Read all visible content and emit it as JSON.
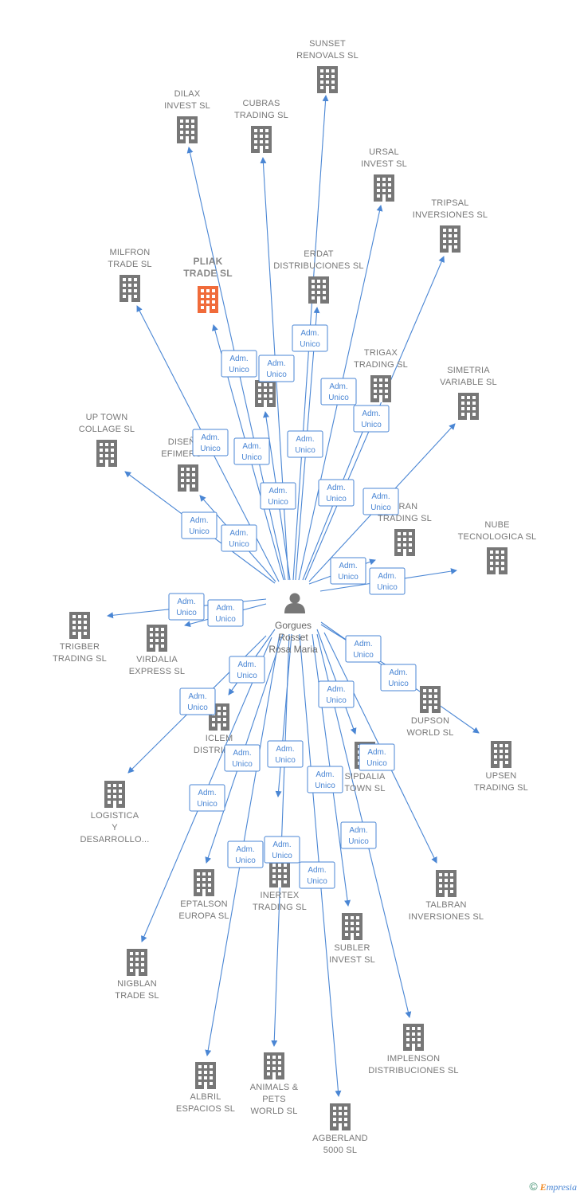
{
  "center": {
    "name_lines": [
      "Gorgues",
      "Rosset",
      "Rosa Maria"
    ],
    "icon": "person-icon"
  },
  "relation_label": [
    "Adm.",
    "Unico"
  ],
  "colors": {
    "edge": "#4a86d4",
    "building": "#777777",
    "building_highlight": "#f06b3a",
    "label": "#777777"
  },
  "companies": [
    {
      "id": "sunset",
      "lines": [
        "SUNSET",
        "RENOVALS SL"
      ]
    },
    {
      "id": "dilax",
      "lines": [
        "DILAX",
        "INVEST SL"
      ]
    },
    {
      "id": "cubras",
      "lines": [
        "CUBRAS",
        "TRADING SL"
      ]
    },
    {
      "id": "ursal",
      "lines": [
        "URSAL",
        "INVEST SL"
      ]
    },
    {
      "id": "tripsal",
      "lines": [
        "TRIPSAL",
        "INVERSIONES SL"
      ]
    },
    {
      "id": "milfron",
      "lines": [
        "MILFRON",
        "TRADE SL"
      ]
    },
    {
      "id": "pliak",
      "lines": [
        "PLIAK",
        "TRADE SL"
      ],
      "highlight": true
    },
    {
      "id": "erdat",
      "lines": [
        "ERDAT",
        "DISTRIBUCIONES SL"
      ]
    },
    {
      "id": "trigax",
      "lines": [
        "TRIGAX",
        "TRADING SL"
      ]
    },
    {
      "id": "simetria",
      "lines": [
        "SIMETRIA",
        "VARIABLE SL"
      ]
    },
    {
      "id": "uptown",
      "lines": [
        "UP TOWN",
        "COLLAGE SL"
      ]
    },
    {
      "id": "diseno",
      "lines": [
        "DISEÑ",
        "EFIMERO"
      ]
    },
    {
      "id": "oran",
      "lines": [
        "ORAN",
        "TRADING SL"
      ]
    },
    {
      "id": "nube",
      "lines": [
        "NUBE",
        "TECNOLOGICA SL"
      ]
    },
    {
      "id": "trigber",
      "lines": [
        "TRIGBER",
        "TRADING SL"
      ]
    },
    {
      "id": "virdalia",
      "lines": [
        "VIRDALIA",
        "EXPRESS SL"
      ]
    },
    {
      "id": "dupson",
      "lines": [
        "DUPSON",
        "WORLD SL"
      ]
    },
    {
      "id": "upsen",
      "lines": [
        "UPSEN",
        "TRADING SL"
      ]
    },
    {
      "id": "iclem",
      "lines": [
        "ICLEM",
        "DISTRIBUCI"
      ]
    },
    {
      "id": "sipdalia",
      "lines": [
        "SIPDALIA",
        "TOWN SL"
      ]
    },
    {
      "id": "logistica",
      "lines": [
        "LOGISTICA",
        "Y",
        "DESARROLLO..."
      ]
    },
    {
      "id": "eptalson",
      "lines": [
        "EPTALSON",
        "EUROPA SL"
      ]
    },
    {
      "id": "inertex",
      "lines": [
        "INERTEX",
        "TRADING SL"
      ]
    },
    {
      "id": "talbran",
      "lines": [
        "TALBRAN",
        "INVERSIONES SL"
      ]
    },
    {
      "id": "subler",
      "lines": [
        "SUBLER",
        "INVEST SL"
      ]
    },
    {
      "id": "nigblan",
      "lines": [
        "NIGBLAN",
        "TRADE SL"
      ]
    },
    {
      "id": "implenson",
      "lines": [
        "IMPLENSON",
        "DISTRIBUCIONES SL"
      ]
    },
    {
      "id": "albril",
      "lines": [
        "ALBRIL",
        "ESPACIOS SL"
      ]
    },
    {
      "id": "animals",
      "lines": [
        "ANIMALS &",
        "PETS",
        "WORLD SL"
      ]
    },
    {
      "id": "agberland",
      "lines": [
        "AGBERLAND",
        "5000 SL"
      ]
    },
    {
      "id": "hidden",
      "lines": []
    }
  ],
  "footer": {
    "copyright": "©",
    "brand_first": "E",
    "brand_rest": "mpresia"
  }
}
